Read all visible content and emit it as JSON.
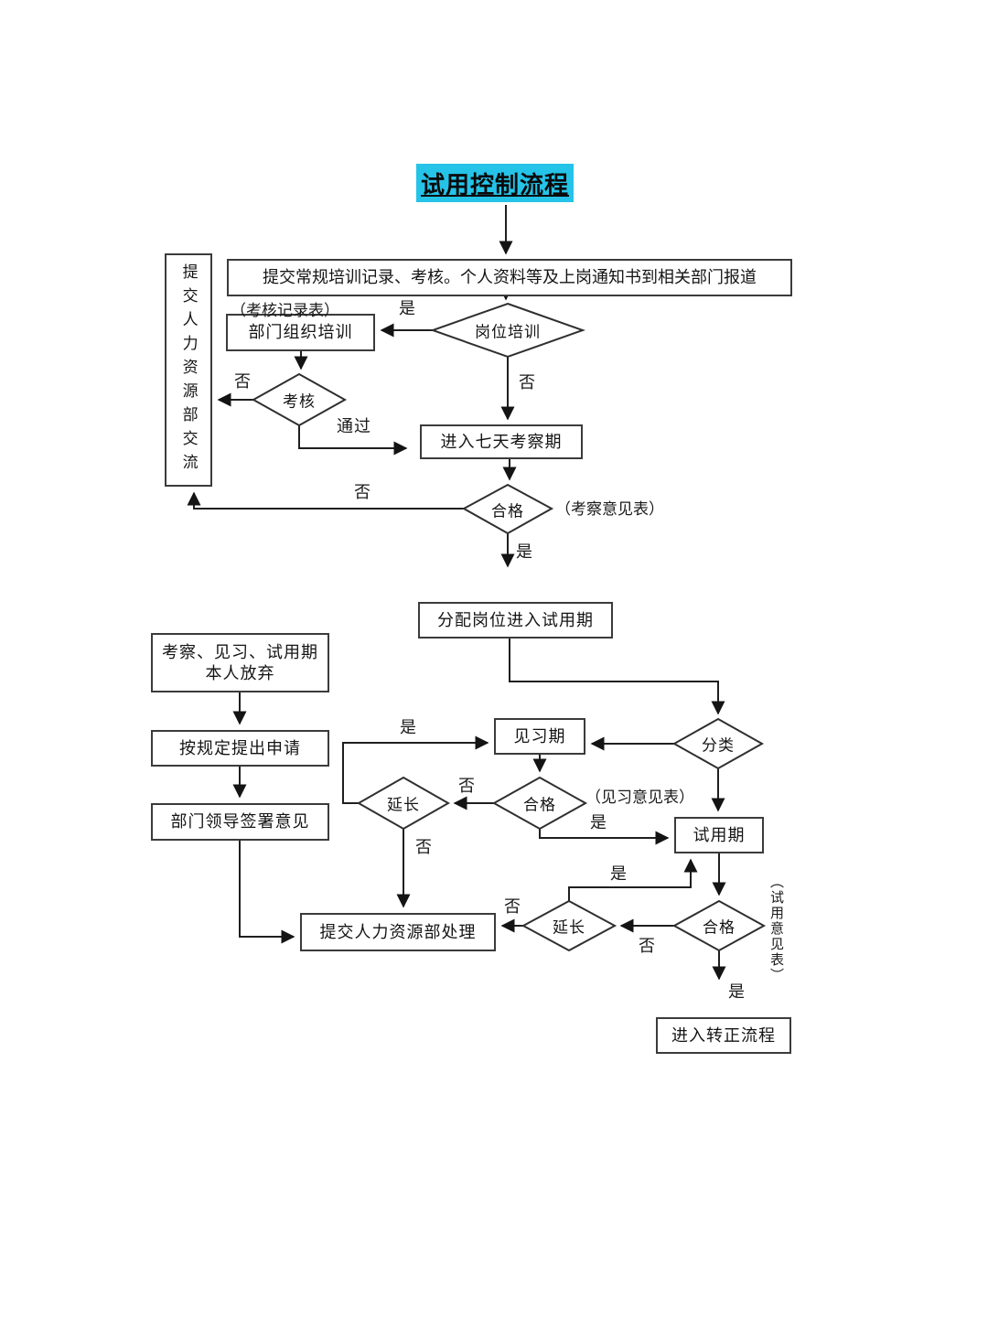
{
  "title": "试用控制流程",
  "colors": {
    "title_bg": "#25c3e8",
    "line": "#1f1f1f"
  },
  "nodes": {
    "submit_records": "提交常规培训记录、考核。个人资料等及上岗通知书到相关部门报道",
    "hr_exchange": "提交人力资源部交流",
    "dept_training": "部门组织培训",
    "post_training_q": "岗位培训",
    "assessment_q": "考核",
    "seven_day_period": "进入七天考察期",
    "qualified_inspect_q": "合格",
    "assign_post": "分配岗位进入试用期",
    "give_up_line1": "考察、见习、试用期",
    "give_up_line2": "本人放弃",
    "apply_by_rule": "按规定提出申请",
    "dept_leader_sign": "部门领导签署意见",
    "classify_q": "分类",
    "internship": "见习期",
    "qualified_intern_q": "合格",
    "extend_intern_q": "延长",
    "trial_period": "试用期",
    "qualified_trial_q": "合格",
    "extend_trial_q": "延长",
    "hr_handle": "提交人力资源部处理",
    "regularization": "进入转正流程"
  },
  "edge_labels": {
    "yes": "是",
    "no": "否",
    "pass": "通过"
  },
  "annotations": {
    "assessment_record_form": "（考核记录表）",
    "inspection_opinion_form": "（考察意见表）",
    "internship_opinion_form": "（见习意见表）",
    "trial_opinion_form": "（试用意见表）"
  }
}
